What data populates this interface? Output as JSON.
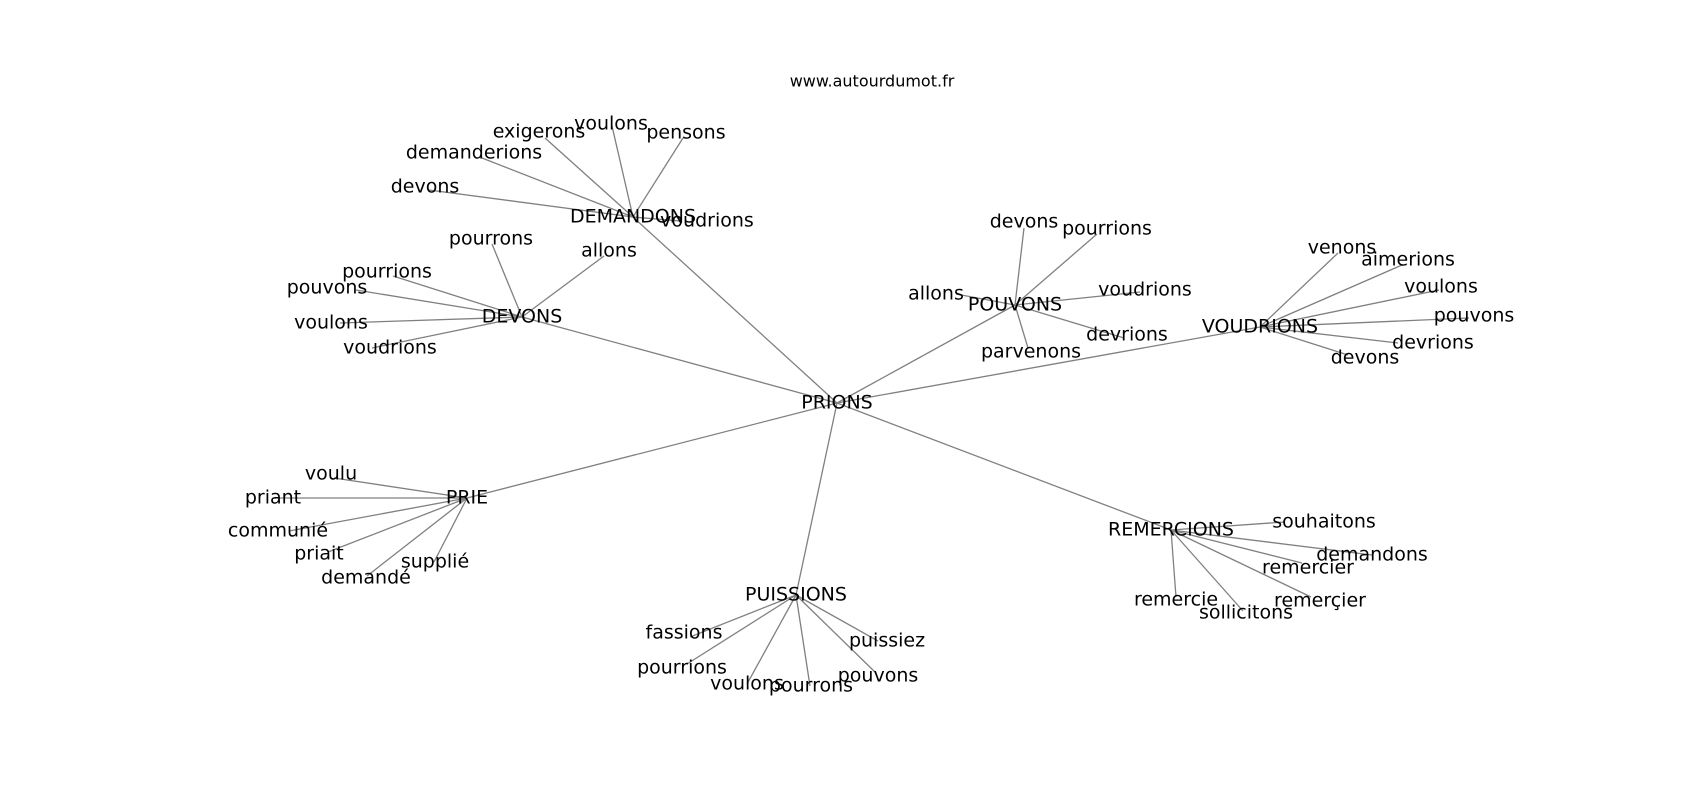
{
  "source": "www.autourdumot.fr",
  "colors": {
    "edge": "#808080",
    "text": "#000000",
    "background": "#ffffff"
  },
  "root": "PRIONS",
  "clusters": [
    {
      "id": "demandons",
      "label": "DEMANDONS",
      "leaves": [
        "exigerons",
        "voulons",
        "pensons",
        "demanderions",
        "devons",
        "voudrions"
      ]
    },
    {
      "id": "devons",
      "label": "DEVONS",
      "leaves": [
        "pourrons",
        "allons",
        "pourrions",
        "pouvons",
        "voulons",
        "voudrions"
      ]
    },
    {
      "id": "pouvons",
      "label": "POUVONS",
      "leaves": [
        "devons",
        "pourrions",
        "allons",
        "voudrions",
        "devrions",
        "parvenons"
      ]
    },
    {
      "id": "voudrions",
      "label": "VOUDRIONS",
      "leaves": [
        "venons",
        "aimerions",
        "voulons",
        "pouvons",
        "devrions",
        "devons"
      ]
    },
    {
      "id": "prie",
      "label": "PRIE",
      "leaves": [
        "voulu",
        "priant",
        "communié",
        "priait",
        "supplié",
        "demandé"
      ]
    },
    {
      "id": "puissions",
      "label": "PUISSIONS",
      "leaves": [
        "fassions",
        "puissiez",
        "pourrions",
        "pouvons",
        "voulons",
        "pourrons"
      ]
    },
    {
      "id": "remercions",
      "label": "REMERCIONS",
      "leaves": [
        "souhaitons",
        "demandons",
        "remercier",
        "remercie",
        "remerçier",
        "sollicitons"
      ]
    }
  ]
}
